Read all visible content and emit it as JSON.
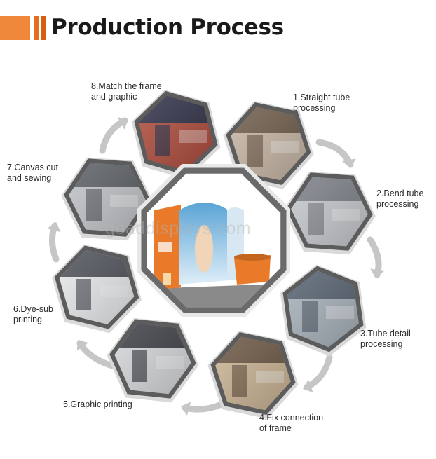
{
  "header": {
    "title": "Production Process",
    "bar_colors": [
      "#f0883c",
      "#e56e1e",
      "#d45f12"
    ]
  },
  "watermark": "goaddisplays.com",
  "steps": [
    {
      "label": "1.Straight tube\nprocessing"
    },
    {
      "label": "2.Bend tube\nprocessing"
    },
    {
      "label": "3.Tube detail\nprocessing"
    },
    {
      "label": "4.Fix connection\nof frame"
    },
    {
      "label": "5.Graphic printing"
    },
    {
      "label": "6.Dye-sub\nprinting"
    },
    {
      "label": "7.Canvas cut\nand sewing"
    },
    {
      "label": "8.Match the frame\nand graphic"
    }
  ],
  "colors": {
    "frame": "#5c5c5c",
    "arrow": "#c6c6c6",
    "accent_orange": "#e87a2a"
  }
}
